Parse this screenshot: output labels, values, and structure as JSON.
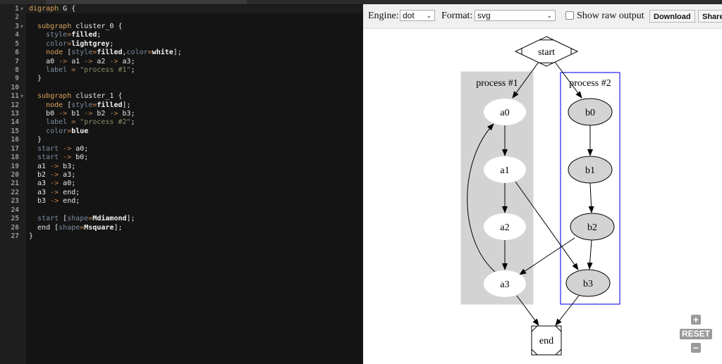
{
  "editor": {
    "lines": [
      [
        [
          "kw",
          "digraph"
        ],
        [
          "id",
          " G {"
        ]
      ],
      [],
      [
        [
          "id",
          "  "
        ],
        [
          "kw",
          "subgraph"
        ],
        [
          "id",
          " cluster_0 {"
        ]
      ],
      [
        [
          "id",
          "    "
        ],
        [
          "attr",
          "style"
        ],
        [
          "op",
          "="
        ],
        [
          "val",
          "filled"
        ],
        [
          "id",
          ";"
        ]
      ],
      [
        [
          "id",
          "    "
        ],
        [
          "attr",
          "color"
        ],
        [
          "op",
          "="
        ],
        [
          "val",
          "lightgrey"
        ],
        [
          "id",
          ";"
        ]
      ],
      [
        [
          "id",
          "    "
        ],
        [
          "kw",
          "node"
        ],
        [
          "id",
          " ["
        ],
        [
          "attr",
          "style"
        ],
        [
          "op",
          "="
        ],
        [
          "val",
          "filled"
        ],
        [
          "id",
          ","
        ],
        [
          "attr",
          "color"
        ],
        [
          "op",
          "="
        ],
        [
          "val",
          "white"
        ],
        [
          "id",
          "];"
        ]
      ],
      [
        [
          "id",
          "    a0 "
        ],
        [
          "op",
          "->"
        ],
        [
          "id",
          " a1 "
        ],
        [
          "op",
          "->"
        ],
        [
          "id",
          " a2 "
        ],
        [
          "op",
          "->"
        ],
        [
          "id",
          " a3;"
        ]
      ],
      [
        [
          "id",
          "    "
        ],
        [
          "attr",
          "label"
        ],
        [
          "op",
          " = "
        ],
        [
          "str",
          "\"process #1\""
        ],
        [
          "id",
          ";"
        ]
      ],
      [
        [
          "id",
          "  }"
        ]
      ],
      [],
      [
        [
          "id",
          "  "
        ],
        [
          "kw",
          "subgraph"
        ],
        [
          "id",
          " cluster_1 {"
        ]
      ],
      [
        [
          "id",
          "    "
        ],
        [
          "kw",
          "node"
        ],
        [
          "id",
          " ["
        ],
        [
          "attr",
          "style"
        ],
        [
          "op",
          "="
        ],
        [
          "val",
          "filled"
        ],
        [
          "id",
          "];"
        ]
      ],
      [
        [
          "id",
          "    b0 "
        ],
        [
          "op",
          "->"
        ],
        [
          "id",
          " b1 "
        ],
        [
          "op",
          "->"
        ],
        [
          "id",
          " b2 "
        ],
        [
          "op",
          "->"
        ],
        [
          "id",
          " b3;"
        ]
      ],
      [
        [
          "id",
          "    "
        ],
        [
          "attr",
          "label"
        ],
        [
          "op",
          " = "
        ],
        [
          "str",
          "\"process #2\""
        ],
        [
          "id",
          ";"
        ]
      ],
      [
        [
          "id",
          "    "
        ],
        [
          "attr",
          "color"
        ],
        [
          "op",
          "="
        ],
        [
          "val",
          "blue"
        ]
      ],
      [
        [
          "id",
          "  }"
        ]
      ],
      [
        [
          "id",
          "  "
        ],
        [
          "attr",
          "start"
        ],
        [
          "op",
          " ->"
        ],
        [
          "id",
          " a0;"
        ]
      ],
      [
        [
          "id",
          "  "
        ],
        [
          "attr",
          "start"
        ],
        [
          "op",
          " ->"
        ],
        [
          "id",
          " b0;"
        ]
      ],
      [
        [
          "id",
          "  a1 "
        ],
        [
          "op",
          "->"
        ],
        [
          "id",
          " b3;"
        ]
      ],
      [
        [
          "id",
          "  b2 "
        ],
        [
          "op",
          "->"
        ],
        [
          "id",
          " a3;"
        ]
      ],
      [
        [
          "id",
          "  a3 "
        ],
        [
          "op",
          "->"
        ],
        [
          "id",
          " a0;"
        ]
      ],
      [
        [
          "id",
          "  a3 "
        ],
        [
          "op",
          "->"
        ],
        [
          "id",
          " end;"
        ]
      ],
      [
        [
          "id",
          "  b3 "
        ],
        [
          "op",
          "->"
        ],
        [
          "id",
          " end;"
        ]
      ],
      [],
      [
        [
          "id",
          "  "
        ],
        [
          "attr",
          "start"
        ],
        [
          "id",
          " ["
        ],
        [
          "attr",
          "shape"
        ],
        [
          "op",
          "="
        ],
        [
          "val",
          "Mdiamond"
        ],
        [
          "id",
          "];"
        ]
      ],
      [
        [
          "id",
          "  end ["
        ],
        [
          "attr",
          "shape"
        ],
        [
          "op",
          "="
        ],
        [
          "val",
          "Msquare"
        ],
        [
          "id",
          "];"
        ]
      ],
      [
        [
          "id",
          "}"
        ]
      ]
    ],
    "fold_lines": [
      1,
      3,
      11
    ]
  },
  "toolbar": {
    "engine_label": "Engine:",
    "engine_value": "dot",
    "format_label": "Format:",
    "format_value": "svg",
    "raw_output_label": "Show raw output",
    "raw_output_checked": false,
    "download_label": "Download",
    "share_label": "Share"
  },
  "graph": {
    "clusters": [
      {
        "label": "process #1",
        "fill": "#d3d3d3",
        "stroke": "#d3d3d3"
      },
      {
        "label": "process #2",
        "fill": "none",
        "stroke": "#0000ff"
      }
    ],
    "nodes": {
      "start": "start",
      "end": "end",
      "a0": "a0",
      "a1": "a1",
      "a2": "a2",
      "a3": "a3",
      "b0": "b0",
      "b1": "b1",
      "b2": "b2",
      "b3": "b3"
    }
  },
  "zoom_controls": {
    "zoom_in": "+",
    "reset": "RESET",
    "zoom_out": "−"
  }
}
